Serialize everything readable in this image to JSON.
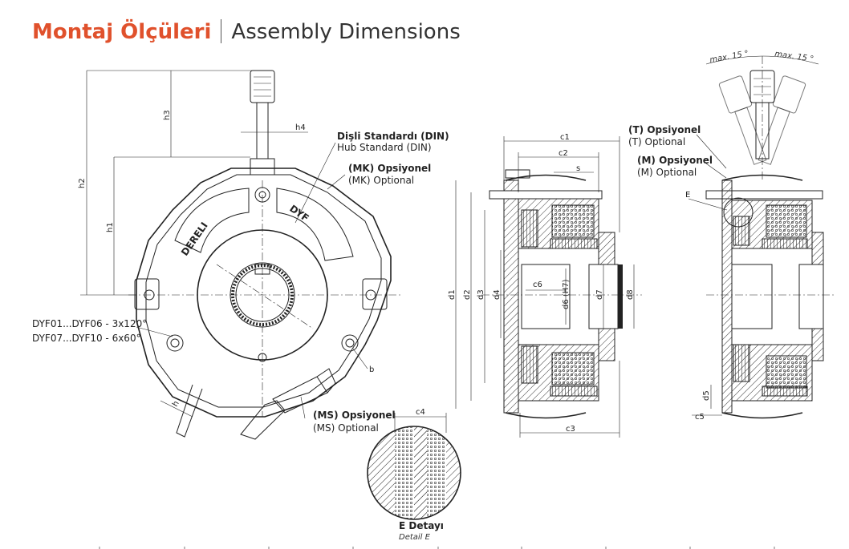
{
  "title": {
    "tr": "Montaj Ölçüleri",
    "en": "Assembly Dimensions"
  },
  "callouts": {
    "hub_tr": "Dişli Standardı (DIN)",
    "hub_en": "Hub Standard (DIN)",
    "mk_tr": "(MK) Opsiyonel",
    "mk_en": "(MK) Optional",
    "ms_tr": "(MS) Opsiyonel",
    "ms_en": "(MS) Optional",
    "t_tr": "(T) Opsiyonel",
    "t_en": "(T) Optional",
    "m_tr": "(M) Opsiyonel",
    "m_en": "(M) Optional",
    "holes1": "DYF01...DYF06 - 3x120°",
    "holes2": "DYF07...DYF10 - 6x60°",
    "detail_tr": "E Detayı",
    "detail_en": "Detail E",
    "angle_left": "max. 15 °",
    "angle_right": "max. 15 °",
    "brand_left": "DERELI",
    "brand_right": "DYF"
  },
  "dims": {
    "h": "h",
    "h1": "h1",
    "h2": "h2",
    "h3": "h3",
    "h4": "h4",
    "b": "b",
    "c1": "c1",
    "c2": "c2",
    "c3": "c3",
    "c4": "c4",
    "c5": "c5",
    "c6": "c6",
    "s": "s",
    "d1": "d1",
    "d2": "d2",
    "d3": "d3",
    "d4": "d4",
    "d5": "d5",
    "d6": "d6 (H7)",
    "d7": "d7",
    "d8": "d8",
    "e": "E"
  },
  "colors": {
    "accent": "#e0512c",
    "line": "#222222"
  }
}
